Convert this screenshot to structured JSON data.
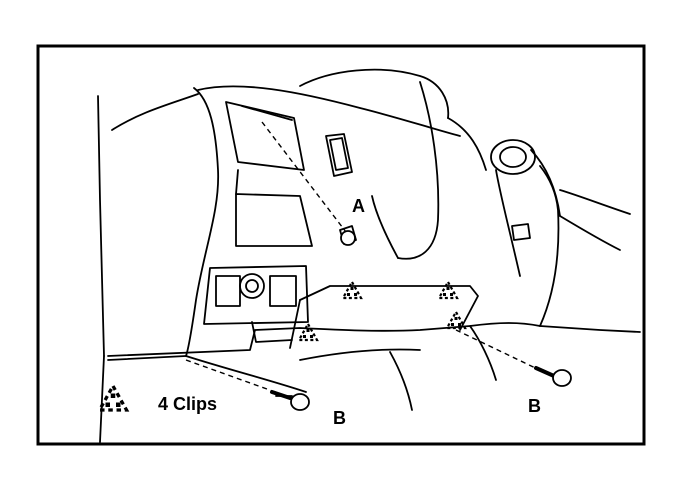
{
  "callouts": {
    "label_a": "A",
    "label_b_left": "B",
    "label_b_right": "B"
  },
  "legend": {
    "text": "4 Clips",
    "icon": "dashed-triangle-clip-icon"
  },
  "colors": {
    "line": "#000000",
    "background": "#ffffff"
  }
}
